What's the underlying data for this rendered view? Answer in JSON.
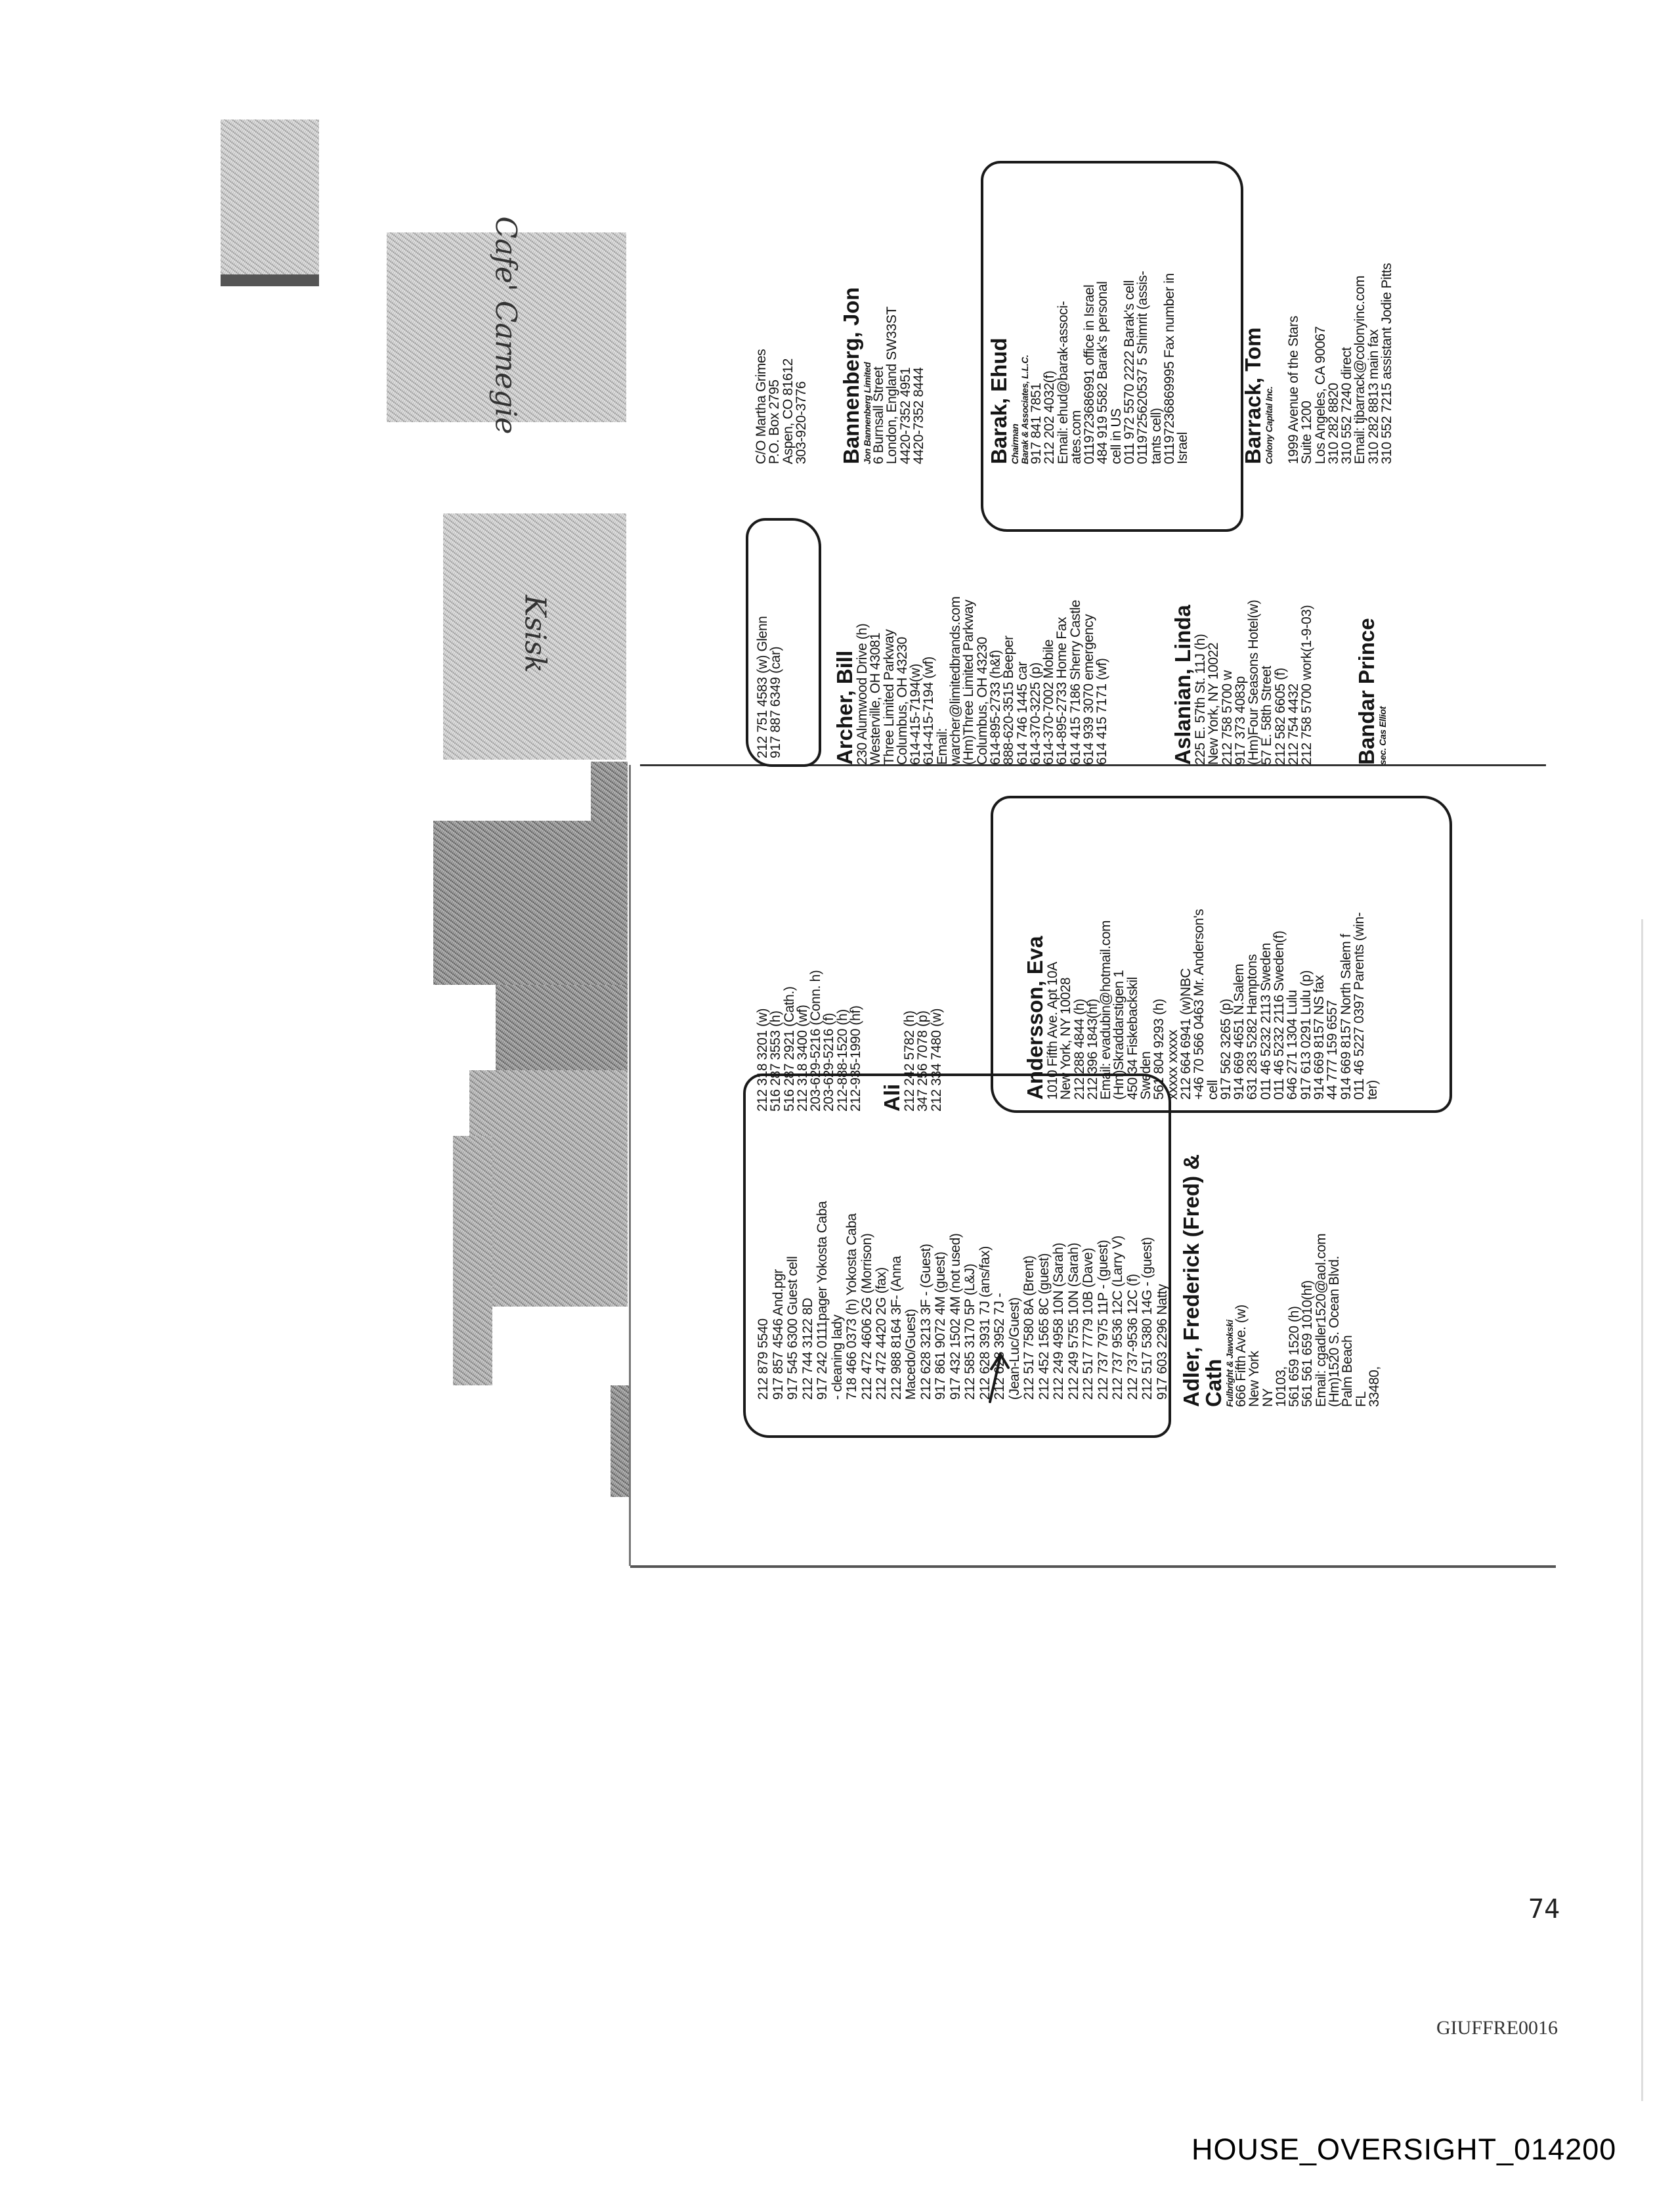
{
  "handwritten_notes": [
    "Cafe' Carnegie",
    "Ksisk"
  ],
  "upper_page": {
    "glenn": {
      "lines": [
        "212 751 4583 (w) Glenn",
        "917 887 6349 (car)"
      ]
    },
    "archer": {
      "header": "Archer, Bill",
      "lines": [
        "230 Alumwood Drive (h)",
        "Westerville, OH 43081",
        "Three Limited Parkway",
        "Columbus, OH 43230",
        "614-415-7194(w)",
        "614-415-7194 (wf)",
        "Email:",
        "warcher@limitedbrands.com",
        "(Hm)Three Limited Parkway",
        "Columbus, OH 43230",
        "614-895-2733 (h&f)",
        "888-620-3515 Beeper",
        "614 746 1445 car",
        "614-370-3225 (p)",
        "614-370-7002 Mobile",
        "614-895-2733 Home Fax",
        "614 415 7186 Sherry Castle",
        "614 939 3070 emergency",
        "614 415 7171 (wf)"
      ]
    },
    "aslanian": {
      "header": "Aslanian, Linda",
      "lines": [
        "225 E. 57th St. 11J (h)",
        "New York, NY 10022",
        "212 758 5700 w",
        "917 373 4083p",
        "(Hm)Four Seasons Hotel(w)",
        "57 E. 58th Street",
        "212 582 6605 (f)",
        "212 754 4432",
        "212 758 5700 work(1-9-03)"
      ]
    },
    "bandar": {
      "header": "Bandar Prince",
      "subtitle": "sec. Cas Elliot"
    },
    "grimes": {
      "lines": [
        "C/O Martha Grimes",
        "P.O. Box 2795",
        "Aspen, CO 81612",
        "303-920-3776"
      ]
    },
    "bannenberg": {
      "header": "Bannenberg, Jon",
      "subtitle": "Jon Bannenberg Limited",
      "lines": [
        "6 Burnsall Street",
        "London, England SW33ST",
        "4420-7352 4951",
        "4420-7352 8444"
      ]
    },
    "barak": {
      "header": "Barak, Ehud",
      "subtitle": "Chairman",
      "subtitle2": "Barak & Associates, L.L.C.",
      "lines": [
        "917 841 7851",
        "212 202 4032(f)",
        "Email: ehud@barak-associ-",
        "ates.com",
        "0119723686991 office in Israel",
        "484 919 5582 Barak's personal",
        "cell in US",
        "011 972 5570 2222 Barak's cell",
        "0119725620537 5 Shimrit (assis-",
        "tants cell)",
        "01197236869995 Fax number in",
        "Israel"
      ]
    },
    "barrack": {
      "header": "Barrack, Tom",
      "subtitle": "Colony Capital Inc.",
      "lines": [
        "1999 Avenue of the Stars",
        "Suite 1200",
        "Los Angeles, CA 90067",
        "310 282 8820",
        "310 552 7240 direct",
        "Email: tjbarrack@colonyinc.com",
        "310 282 8813 main fax",
        "310 552 7215 assistant Jodie Pitts"
      ]
    }
  },
  "lower_page": {
    "household": {
      "lines": [
        "212 879 5540",
        "917 857 4546 And.pgr",
        "917 545 6300 Guest cell",
        "212 744 3122 8D",
        "917 242 0111pager Yokosta Caba",
        "- cleaning lady",
        "718 466 0373 (h) Yokosta Caba",
        "212 472 4606 2G (Morrison)",
        "212 472 4420 2G (fax)",
        "212 988 8164 3F- (Anna",
        "Macedo/Guest)",
        "212 628 3213 3F - (Guest)",
        "917 861 9072 4M (guest)",
        "917 432 1502 4M (not used)",
        "212 585 3170 5P (L&J)",
        "212 628 3931 7J (ans/fax)",
        "212 628 3952 7J -",
        "(Jean-Luc/Guest)",
        "212 517 7580 8A (Brent)",
        "212 452 1565 8C (guest)",
        "212 249 4958 10N (Sarah)",
        "212 249 5755 10N (Sarah)",
        "212 517 7779 10B (Dave)",
        "212 737 7975 11P - (guest)",
        "212 737 9536 12C (Larry V)",
        "212 737-9536 12C (f)",
        "212 517 5380 14G - (guest)",
        "917 603 2296 Natty"
      ]
    },
    "adler": {
      "header": "Adler, Frederick (Fred) &",
      "header2": "Cath",
      "subtitle": "Fulbright & Jawokski",
      "lines": [
        "666 Fifth Ave. (w)",
        "New York",
        "NY",
        "10103,",
        "561 659 1520 (h)",
        "561 561 659 1010(hf)",
        "Email: cgadler1520@aol.com",
        "(Hm)1520 S. Ocean Blvd.",
        "Palm Beach",
        "FL",
        "33480,"
      ]
    },
    "phones": {
      "lines": [
        "212 318 3201 (w)",
        "516 287 3553 (h)",
        "516 287 2921 (Cath.)",
        "212 318 3400 (wf)",
        "203-629-5216 (Conn. h)",
        "203-629-5216 (f)",
        "212-888-1520 (h)",
        "212-935-1990 (hf)"
      ]
    },
    "ali": {
      "header": "Ali",
      "lines": [
        "212 242 5782 (h)",
        "347 256 7078 (p)",
        "212 334 7480 (w)"
      ]
    },
    "andersson": {
      "header": "Andersson, Eva",
      "lines": [
        "1010 Fifth Ave. Apt 10A",
        "New York, NY 10028",
        "212 288 4844 (h)",
        "212 396 1843(hf)",
        "Email: evadubin@hotmail.com",
        "(Hm)Skraddarstigen 1",
        "450 34 Fiskebackskil",
        "Sweden",
        "561 804 9293 (h)",
        "xxxxx xxxxx",
        "212 664 6941 (w)NBC",
        "+46 70 566 0463 Mr. Anderson's",
        "cell",
        "917 562 3265 (p)",
        "914 669 4651 N.Salem",
        "631 283 5282 Hamptons",
        "011 46 5232 2113 Sweden",
        "011 46 5232 2116 Sweden(f)",
        "646 271 1304 Lulu",
        "917 613 0291 Lulu (p)",
        "914 669 8157 NS fax",
        "44 777 159 6557",
        "914 669 8157 North Salem f",
        "011 46 5227 0397 Parents (win-",
        "ter)"
      ]
    }
  },
  "footer": {
    "page_number": "74",
    "bates_giuffre": "GIUFFRE0016",
    "bates_house": "HOUSE_OVERSIGHT_014200"
  }
}
